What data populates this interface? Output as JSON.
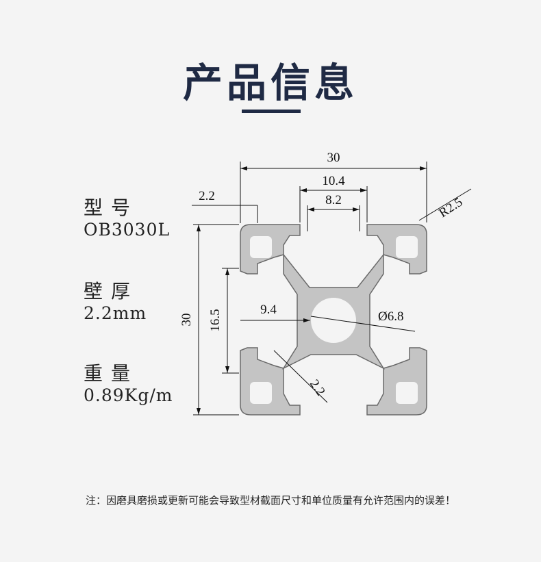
{
  "title": "产品信息",
  "specs": [
    {
      "label": "型号",
      "value": "OB3030L"
    },
    {
      "label": "壁厚",
      "value": "2.2mm"
    },
    {
      "label": "重量",
      "value": "0.89Kg/m"
    }
  ],
  "dimensions": {
    "width_total": "30",
    "slot_outer": "10.4",
    "slot_inner": "8.2",
    "lip": "2.2",
    "radius": "R2.5",
    "height_total": "30",
    "inner_height": "16.5",
    "center_offset": "9.4",
    "bore": "Ø6.8",
    "wall": "2.2"
  },
  "note": "注：因磨具磨损或更新可能会导致型材截面尺寸和单位质量有允许范围内的误差！",
  "colors": {
    "title": "#1f2a44",
    "profile_fill": "#c4c4c4",
    "background": "#f4f4f4"
  }
}
